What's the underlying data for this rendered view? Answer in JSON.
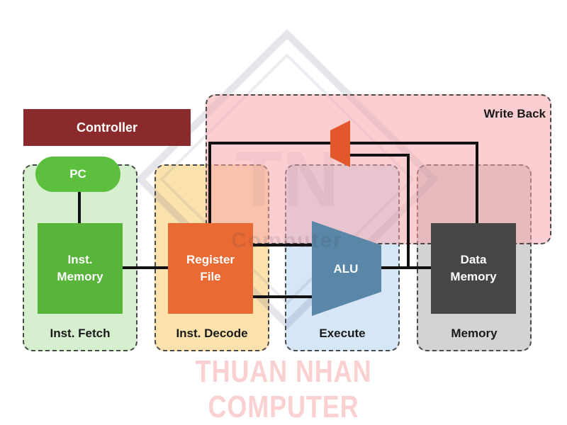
{
  "diagram": {
    "controller": "Controller",
    "blocks": {
      "pc": "PC",
      "inst_memory": [
        "Inst.",
        "Memory"
      ],
      "register_file": [
        "Register",
        "File"
      ],
      "alu": "ALU",
      "data_memory": [
        "Data",
        "Memory"
      ]
    },
    "stages": {
      "fetch": "Inst. Fetch",
      "decode": "Inst. Decode",
      "execute": "Execute",
      "memory": "Memory",
      "write_back": "Write Back"
    },
    "colors": {
      "controller": "#8b2a2c",
      "fetch_block": "#58b43a",
      "decode_block": "#ea6a34",
      "alu": "#5a86a8",
      "data_memory": "#464646",
      "mux": "#e2582b",
      "fetch_stage": "#d6f0cf",
      "decode_stage": "#fbe2ad",
      "execute_stage": "#d5e6f6",
      "memory_stage": "#d3d3d3",
      "writeback_stage": "#f7a8ad"
    }
  },
  "watermark": {
    "text": "THUAN NHAN COMPUTER",
    "logo_text": "TN",
    "sub_text": "Computer"
  }
}
